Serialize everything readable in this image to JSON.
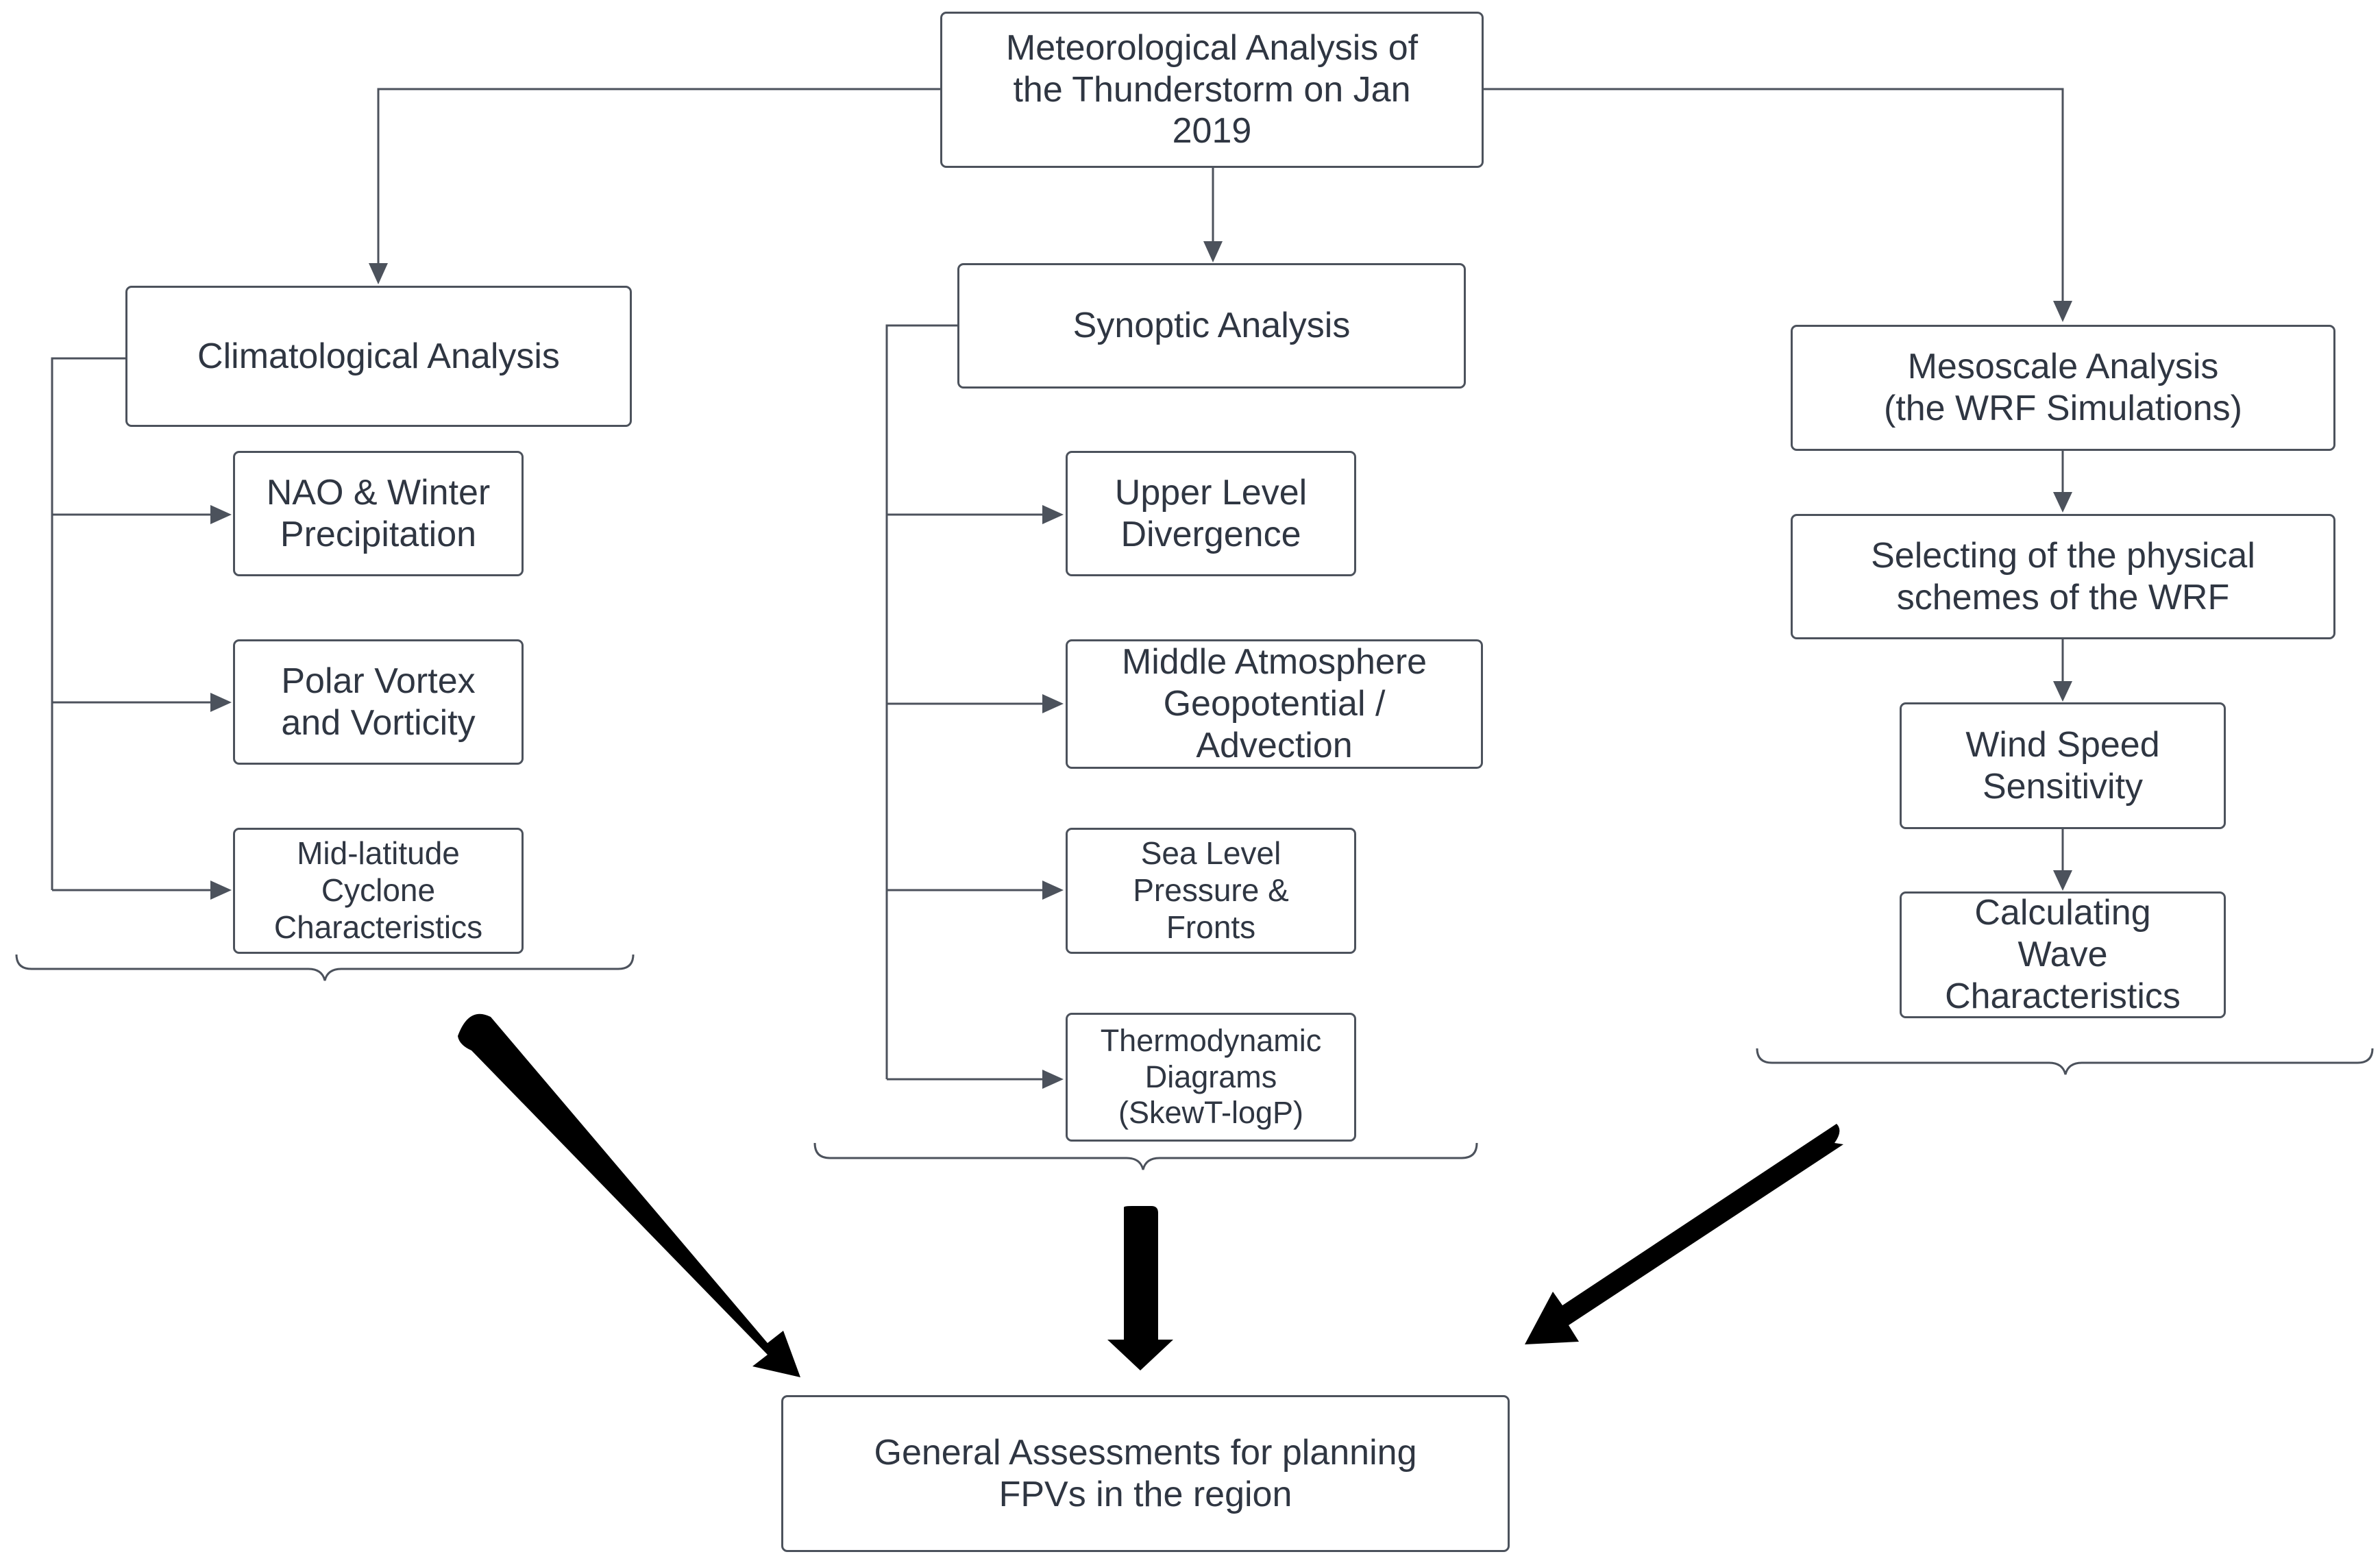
{
  "root": {
    "label": "Meteorological Analysis of\nthe Thunderstorm on Jan\n2019"
  },
  "climatological": {
    "label": "Climatological Analysis",
    "items": [
      {
        "label": "NAO & Winter\nPrecipitation"
      },
      {
        "label": "Polar Vortex\nand Vorticity"
      },
      {
        "label": "Mid-latitude\nCyclone\nCharacteristics"
      }
    ]
  },
  "synoptic": {
    "label": "Synoptic Analysis",
    "items": [
      {
        "label": "Upper Level\nDivergence"
      },
      {
        "label": "Middle Atmosphere\nGeopotential /\nAdvection"
      },
      {
        "label": "Sea Level\nPressure &\nFronts"
      },
      {
        "label": "Thermodynamic\nDiagrams\n(SkewT-logP)"
      }
    ]
  },
  "mesoscale": {
    "label": "Mesoscale Analysis\n(the WRF Simulations)",
    "items": [
      {
        "label": "Selecting of the physical\nschemes of the WRF"
      },
      {
        "label": "Wind Speed\nSensitivity"
      },
      {
        "label": "Calculating\nWave\nCharacteristics"
      }
    ]
  },
  "result": {
    "label": "General Assessments for planning\nFPVs in the region"
  },
  "colors": {
    "stroke": "#4c525c",
    "text": "#2f3642",
    "big_arrow": "#000000",
    "background": "#ffffff"
  }
}
